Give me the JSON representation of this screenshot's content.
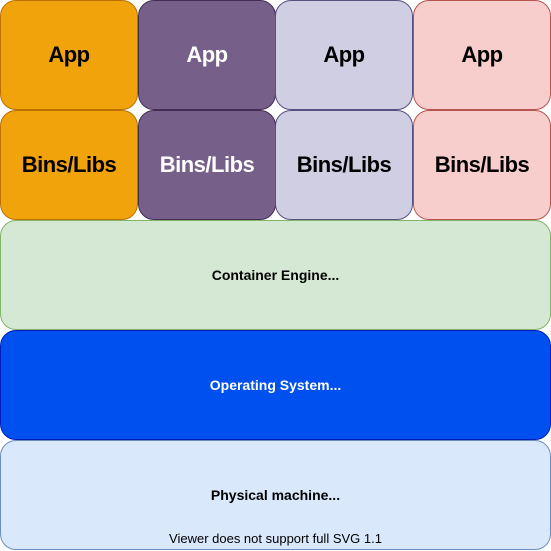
{
  "columns": [
    {
      "app_label": "App",
      "libs_label": "Bins/Libs",
      "fill": "#f0a30a",
      "stroke": "#bd7000",
      "text_color": "#000000"
    },
    {
      "app_label": "App",
      "libs_label": "Bins/Libs",
      "fill": "#76608a",
      "stroke": "#432d57",
      "text_color": "#ffffff"
    },
    {
      "app_label": "App",
      "libs_label": "Bins/Libs",
      "fill": "#d0cee2",
      "stroke": "#56517e",
      "text_color": "#000000"
    },
    {
      "app_label": "App",
      "libs_label": "Bins/Libs",
      "fill": "#f8cecc",
      "stroke": "#b85450",
      "text_color": "#000000"
    }
  ],
  "layers": {
    "engine": {
      "label": "Container Engine...",
      "fill": "#d5e8d4",
      "stroke": "#82b366",
      "text_color": "#000000"
    },
    "os": {
      "label": "Operating System...",
      "fill": "#0050ef",
      "stroke": "#001dbc",
      "text_color": "#ffffff"
    },
    "physical": {
      "label": "Physical machine...",
      "fill": "#dae8fc",
      "stroke": "#6c8ebf",
      "text_color": "#000000"
    }
  },
  "footer_text": "Viewer does not support full SVG 1.1"
}
